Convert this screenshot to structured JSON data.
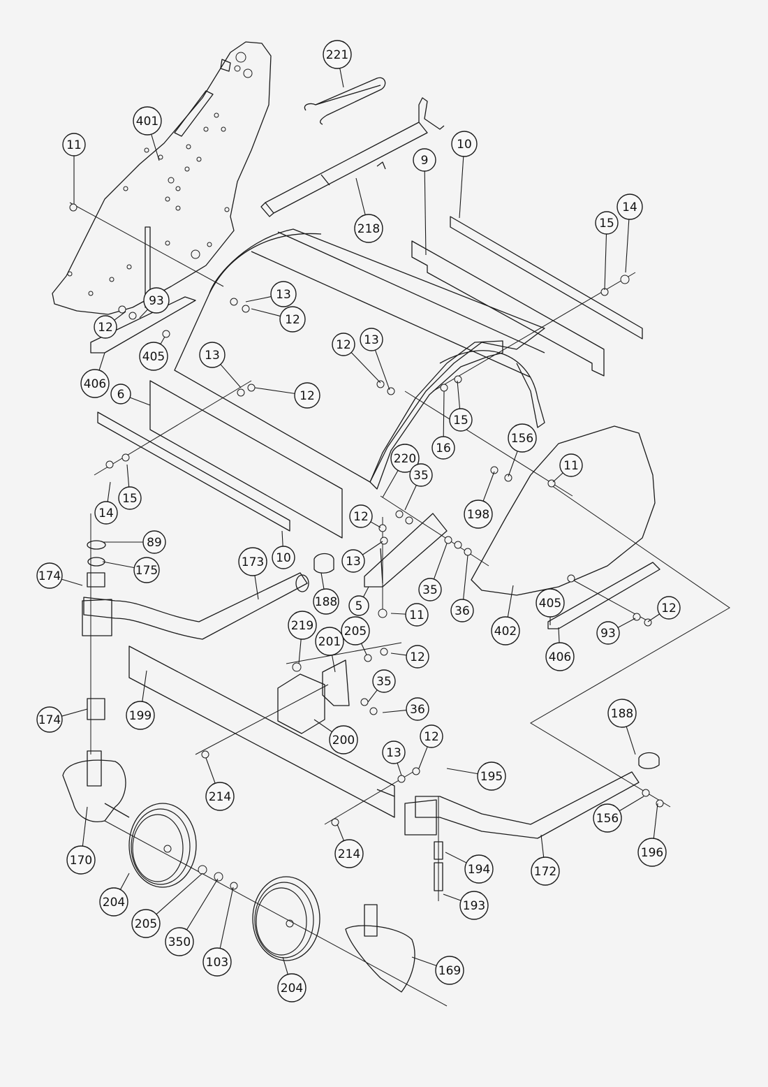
{
  "diagram": {
    "type": "exploded parts diagram",
    "line_color": "#1a1a1a",
    "background": "#f4f4f4",
    "callouts": [
      {
        "label": "221"
      },
      {
        "label": "401"
      },
      {
        "label": "11"
      },
      {
        "label": "10"
      },
      {
        "label": "9"
      },
      {
        "label": "218"
      },
      {
        "label": "14"
      },
      {
        "label": "15"
      },
      {
        "label": "13"
      },
      {
        "label": "93"
      },
      {
        "label": "12"
      },
      {
        "label": "12"
      },
      {
        "label": "405"
      },
      {
        "label": "406"
      },
      {
        "label": "12"
      },
      {
        "label": "13"
      },
      {
        "label": "13"
      },
      {
        "label": "12"
      },
      {
        "label": "6"
      },
      {
        "label": "15"
      },
      {
        "label": "16"
      },
      {
        "label": "156"
      },
      {
        "label": "11"
      },
      {
        "label": "220"
      },
      {
        "label": "35"
      },
      {
        "label": "198"
      },
      {
        "label": "14"
      },
      {
        "label": "15"
      },
      {
        "label": "12"
      },
      {
        "label": "89"
      },
      {
        "label": "13"
      },
      {
        "label": "173"
      },
      {
        "label": "10"
      },
      {
        "label": "175"
      },
      {
        "label": "174"
      },
      {
        "label": "35"
      },
      {
        "label": "188"
      },
      {
        "label": "5"
      },
      {
        "label": "36"
      },
      {
        "label": "11"
      },
      {
        "label": "405"
      },
      {
        "label": "12"
      },
      {
        "label": "402"
      },
      {
        "label": "93"
      },
      {
        "label": "219"
      },
      {
        "label": "201"
      },
      {
        "label": "205"
      },
      {
        "label": "12"
      },
      {
        "label": "406"
      },
      {
        "label": "35"
      },
      {
        "label": "36"
      },
      {
        "label": "174"
      },
      {
        "label": "199"
      },
      {
        "label": "200"
      },
      {
        "label": "188"
      },
      {
        "label": "12"
      },
      {
        "label": "13"
      },
      {
        "label": "195"
      },
      {
        "label": "214"
      },
      {
        "label": "156"
      },
      {
        "label": "196"
      },
      {
        "label": "170"
      },
      {
        "label": "214"
      },
      {
        "label": "194"
      },
      {
        "label": "172"
      },
      {
        "label": "204"
      },
      {
        "label": "193"
      },
      {
        "label": "205"
      },
      {
        "label": "350"
      },
      {
        "label": "103"
      },
      {
        "label": "169"
      },
      {
        "label": "204"
      }
    ]
  }
}
